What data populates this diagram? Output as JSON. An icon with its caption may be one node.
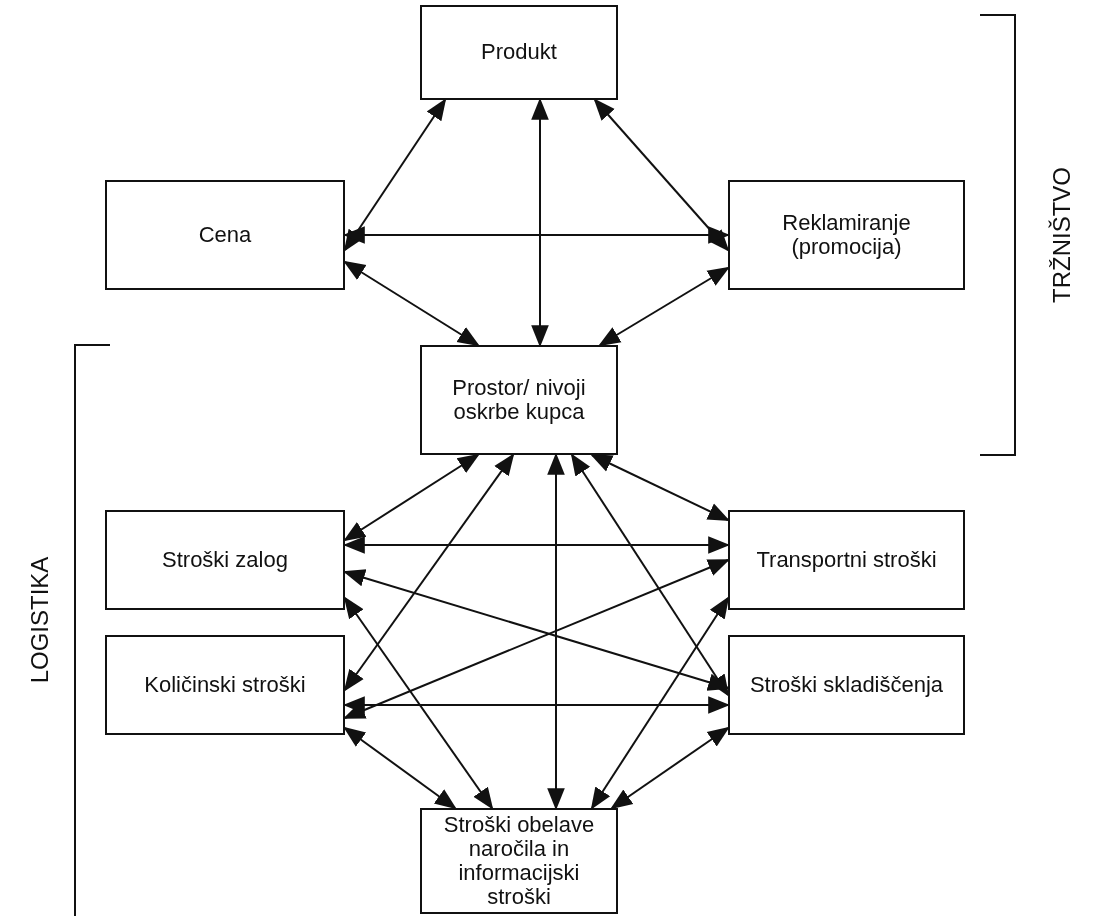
{
  "diagram": {
    "nodes": [
      {
        "text": [
          "Produkt"
        ]
      },
      {
        "text": [
          "Cena"
        ]
      },
      {
        "text": [
          "Reklamiranje (promocija)"
        ]
      },
      {
        "text": [
          "Prostor/ nivoji oskrbe kupca"
        ]
      },
      {
        "text": [
          "Stroški zalog"
        ]
      },
      {
        "text": [
          "Transportni stroški"
        ]
      },
      {
        "text": [
          "Količinski stroški"
        ]
      },
      {
        "text": [
          "Stroški skladiščenja"
        ]
      },
      {
        "text": [
          "Stroški obelave naročila in informacijski stroški"
        ]
      }
    ],
    "edges": [
      {
        "from": 0,
        "to": 1,
        "arrow": "both"
      },
      {
        "from": 0,
        "to": 2,
        "arrow": "both"
      },
      {
        "from": 0,
        "to": 3,
        "arrow": "both"
      },
      {
        "from": 1,
        "to": 2,
        "arrow": "both"
      },
      {
        "from": 1,
        "to": 3,
        "arrow": "both"
      },
      {
        "from": 2,
        "to": 3,
        "arrow": "both"
      },
      {
        "from": 3,
        "to": 4,
        "arrow": "both"
      },
      {
        "from": 3,
        "to": 5,
        "arrow": "both"
      },
      {
        "from": 3,
        "to": 6,
        "arrow": "both"
      },
      {
        "from": 3,
        "to": 7,
        "arrow": "both"
      },
      {
        "from": 3,
        "to": 8,
        "arrow": "both"
      },
      {
        "from": 4,
        "to": 5,
        "arrow": "both"
      },
      {
        "from": 4,
        "to": 7,
        "arrow": "both"
      },
      {
        "from": 4,
        "to": 8,
        "arrow": "both"
      },
      {
        "from": 5,
        "to": 6,
        "arrow": "both"
      },
      {
        "from": 5,
        "to": 8,
        "arrow": "both"
      },
      {
        "from": 6,
        "to": 7,
        "arrow": "both"
      },
      {
        "from": 6,
        "to": 8,
        "arrow": "both"
      },
      {
        "from": 7,
        "to": 8,
        "arrow": "both"
      }
    ],
    "labels": [
      "TRŽNIŠTVO",
      "LOGISTIKA"
    ]
  }
}
